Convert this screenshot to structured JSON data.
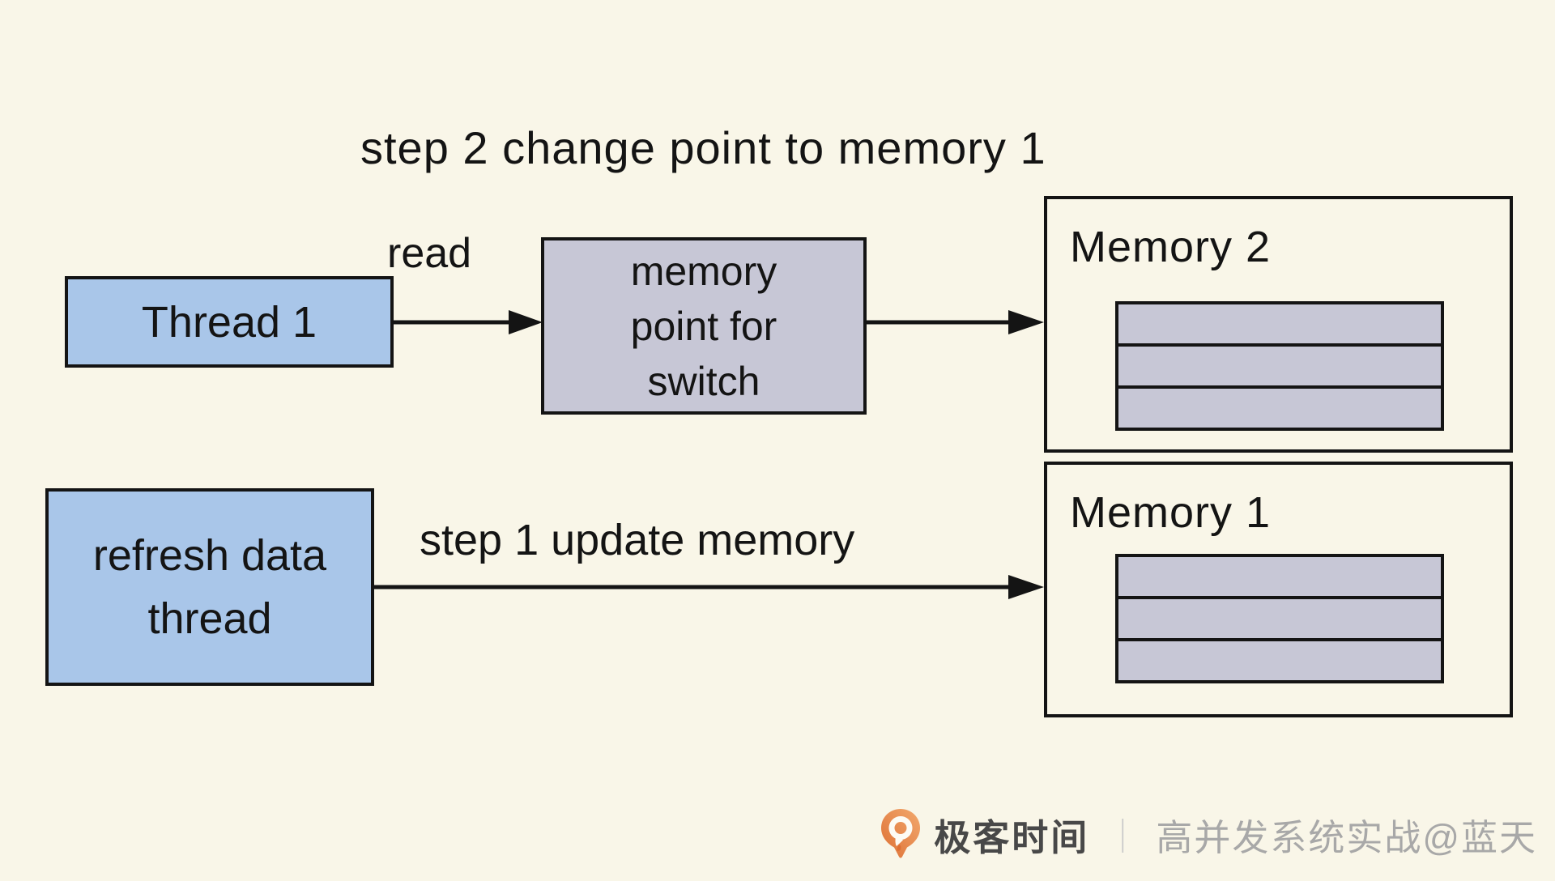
{
  "page": {
    "background": "#f9f6e8",
    "title": "step 2 change point to memory 1"
  },
  "labels": {
    "read": "read",
    "step1": "step 1 update memory"
  },
  "nodes": {
    "thread1": {
      "label": "Thread 1",
      "fill": "#a9c6e9"
    },
    "memory_point": {
      "lines": [
        "memory",
        "point for",
        "switch"
      ],
      "fill": "#c7c7d6"
    },
    "refresh_thread": {
      "lines": [
        "refresh data",
        "thread"
      ],
      "fill": "#a9c6e9"
    }
  },
  "memories": {
    "memory2": {
      "title": "Memory 2",
      "slots": 3
    },
    "memory1": {
      "title": "Memory 1",
      "slots": 3
    },
    "slot_fill": "#c7c7d6",
    "border_color": "#141414"
  },
  "footer": {
    "brand": "极客时间",
    "divider": "｜",
    "credit": "高并发系统实战@蓝天",
    "brand_color": "#484848",
    "credit_color": "#a8a8a8",
    "logo_orange": "#e8833a"
  }
}
